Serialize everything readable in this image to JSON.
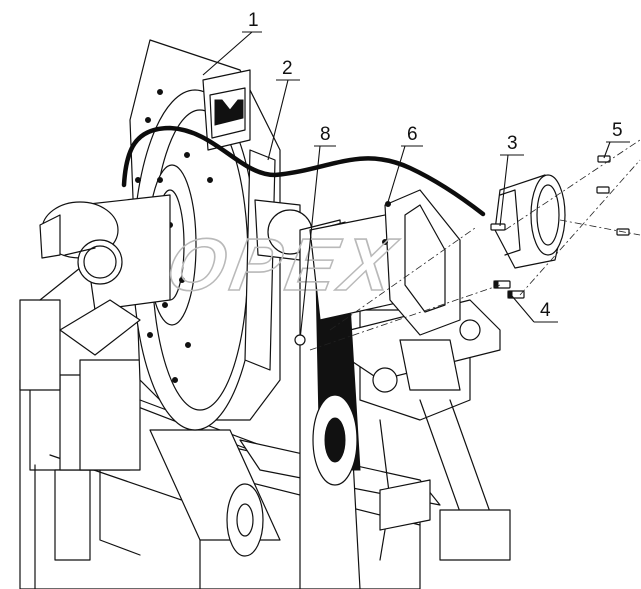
{
  "watermark": {
    "text": "OPEX",
    "color": "#b9b9b9"
  },
  "callouts": [
    {
      "id": "1",
      "label": "1"
    },
    {
      "id": "2",
      "label": "2"
    },
    {
      "id": "3",
      "label": "3"
    },
    {
      "id": "4",
      "label": "4"
    },
    {
      "id": "5",
      "label": "5"
    },
    {
      "id": "6",
      "label": "6"
    },
    {
      "id": "8",
      "label": "8"
    }
  ],
  "colors": {
    "line": "#111111",
    "background": "#ffffff"
  }
}
